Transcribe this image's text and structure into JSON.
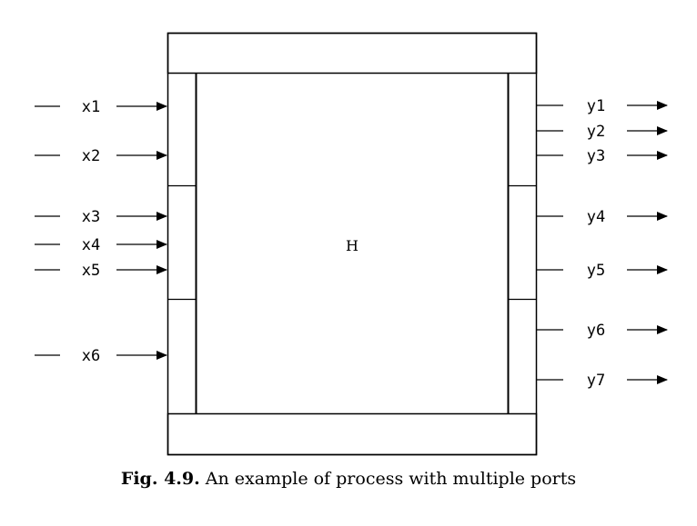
{
  "process": {
    "label": "H"
  },
  "inputs": [
    "x1",
    "x2",
    "x3",
    "x4",
    "x5",
    "x6"
  ],
  "outputs": [
    "y1",
    "y2",
    "y3",
    "y4",
    "y5",
    "y6",
    "y7"
  ],
  "caption": {
    "number": "Fig. 4.9.",
    "text": "An example of process with multiple ports"
  }
}
